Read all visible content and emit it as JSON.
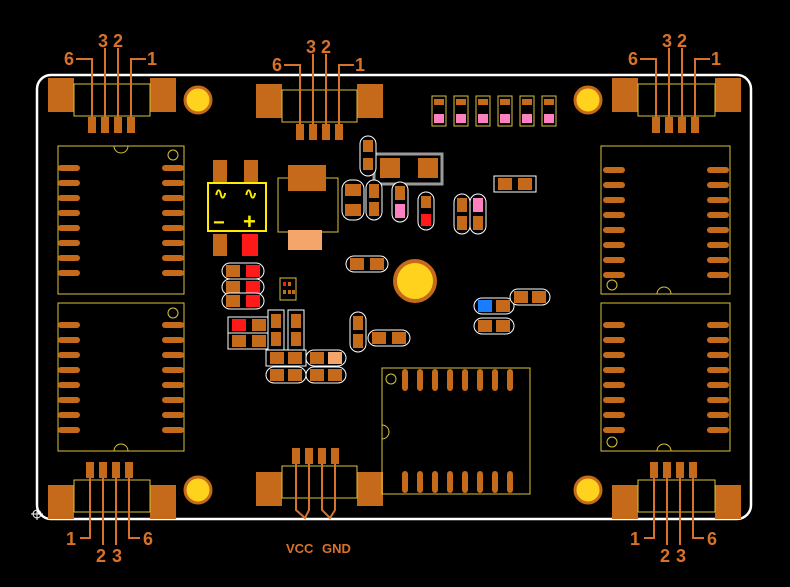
{
  "colors": {
    "background": "#000000",
    "outline": "#ffffff",
    "pad": "#c46a1a",
    "label": "#d8722a",
    "silk": "#d8c43a",
    "bridge_outline": "#ffee00",
    "red": "#ff1a1a",
    "pink": "#ff80c0",
    "blue": "#1a7dff",
    "peach": "#f4a66a",
    "gray": "#9a9a9a",
    "hole": "#ffd21e"
  },
  "connectors": {
    "top_left": {
      "p6": "6",
      "p3": "3",
      "p2": "2",
      "p1": "1"
    },
    "top_middle": {
      "p6": "6",
      "p3": "3",
      "p2": "2",
      "p1": "1"
    },
    "top_right": {
      "p6": "6",
      "p3": "3",
      "p2": "2",
      "p1": "1"
    },
    "bottom_left": {
      "p1": "1",
      "p2": "2",
      "p3": "3",
      "p6": "6"
    },
    "bottom_right": {
      "p1": "1",
      "p2": "2",
      "p3": "3",
      "p6": "6"
    }
  },
  "power": {
    "vcc": "VCC",
    "gnd": "GND"
  },
  "bridge": {
    "minus": "−",
    "plus": "+",
    "ac": "∿"
  }
}
